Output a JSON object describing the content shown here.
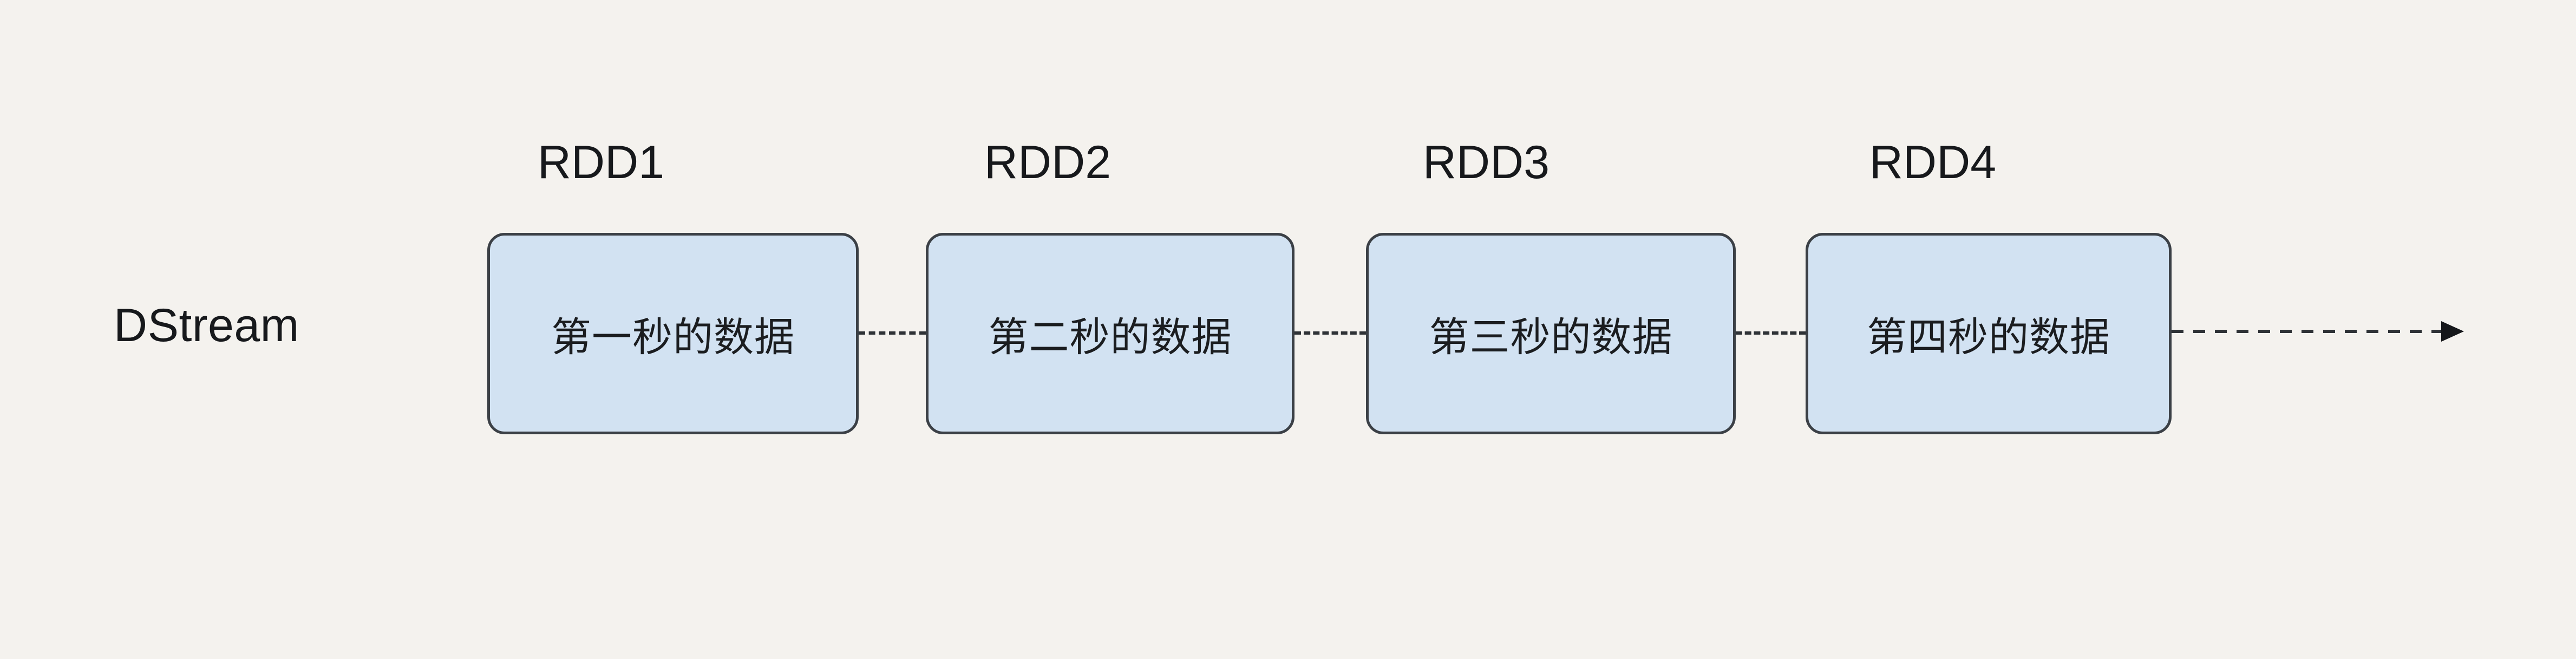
{
  "diagram": {
    "background_color": "#f4f2ee",
    "row_label": "DStream",
    "box_fill_color": "#d2e2f2",
    "box_border_color": "#3b4046",
    "connector_color": "#2e3236",
    "text_color": "#17191c",
    "nodes": [
      {
        "caption": "RDD1",
        "text": "第一秒的数据"
      },
      {
        "caption": "RDD2",
        "text": "第二秒的数据"
      },
      {
        "caption": "RDD3",
        "text": "第三秒的数据"
      },
      {
        "caption": "RDD4",
        "text": "第四秒的数据"
      }
    ],
    "connector_style": "dashed",
    "tail_arrow": "dashed-arrow-right"
  }
}
